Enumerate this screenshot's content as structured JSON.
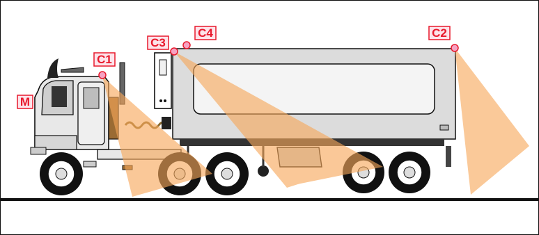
{
  "diagram": {
    "camera_labels": {
      "m": "M",
      "c1": "C1",
      "c2": "C2",
      "c3": "C3",
      "c4": "C4"
    },
    "colors": {
      "label_border": "#e8192c",
      "label_fill": "#fde3ea",
      "label_text": "#e8192c",
      "camera_dot": "#f5a3c3",
      "fov_fill": "#f7a85a",
      "truck_body": "#d9d9d9",
      "outline": "#111111"
    }
  }
}
